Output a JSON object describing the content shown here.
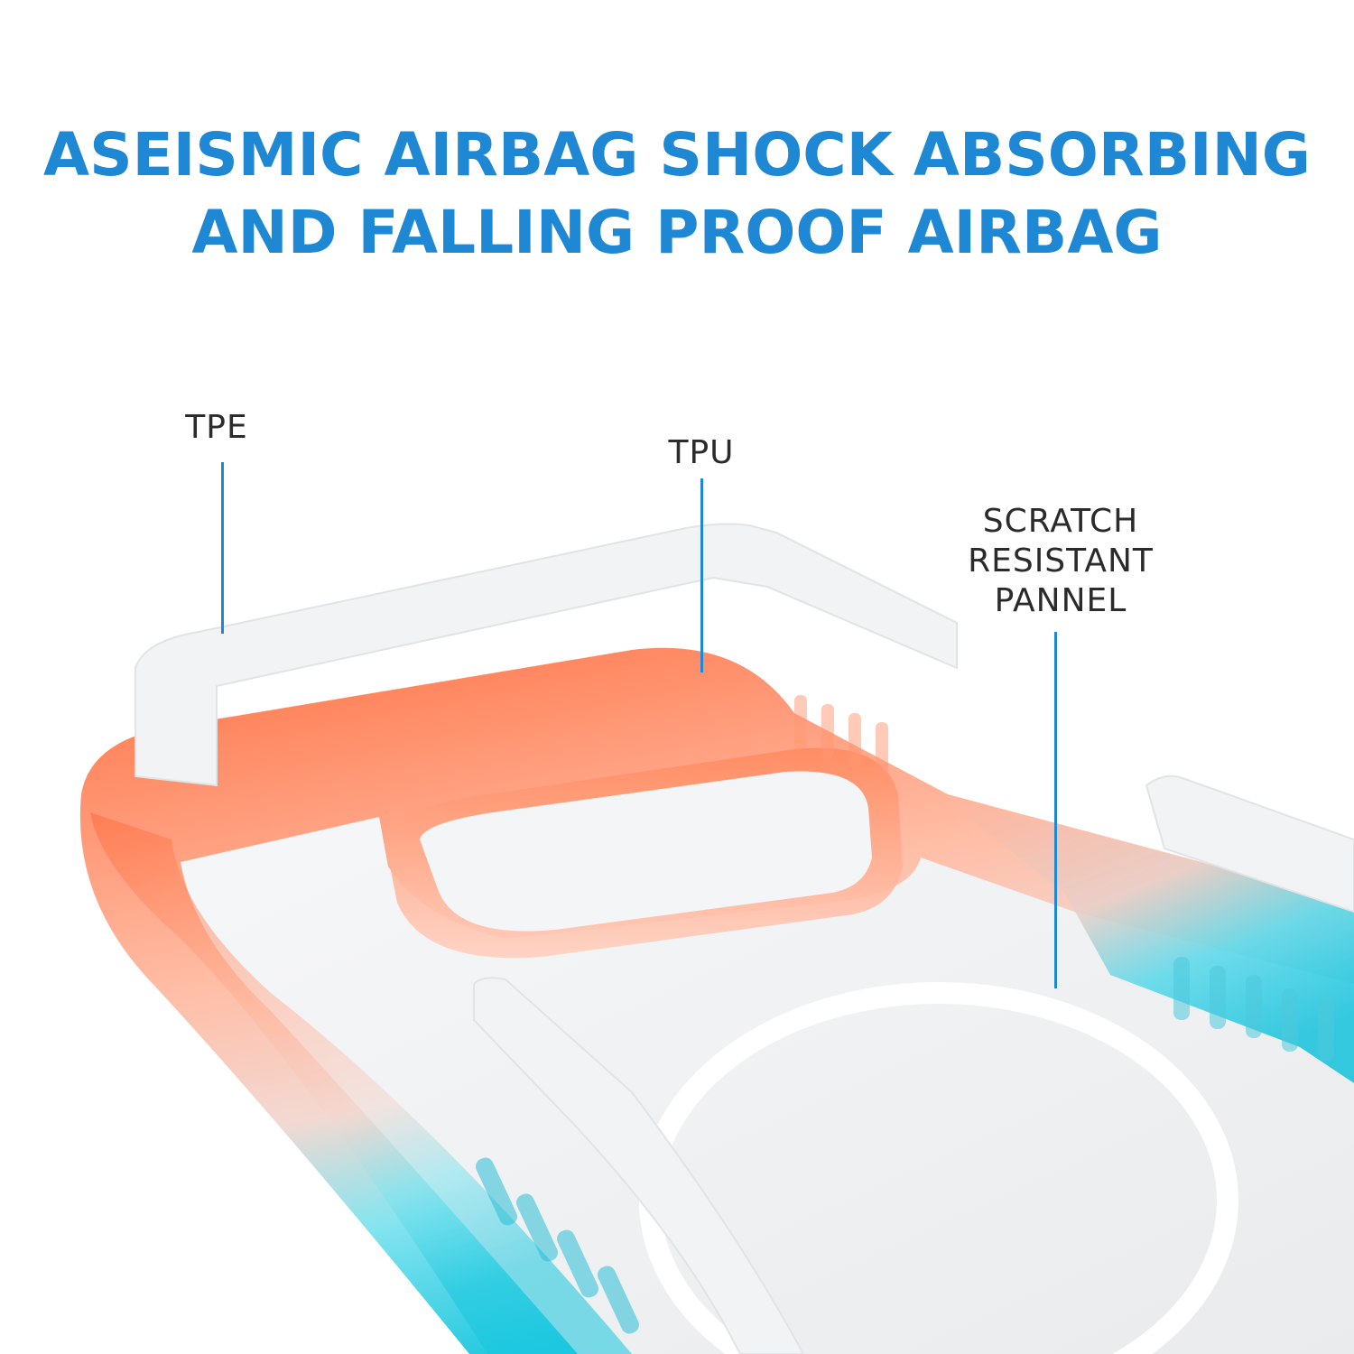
{
  "headline": {
    "line1": "ASEISMIC AIRBAG SHOCK ABSORBING",
    "line2": "AND FALLING PROOF AIRBAG"
  },
  "callouts": [
    {
      "key": "tpe",
      "label": "TPE"
    },
    {
      "key": "tpu",
      "label": "TPU"
    },
    {
      "key": "panel",
      "lines": [
        "SCRATCH",
        "RESISTANT",
        "PANNEL"
      ]
    }
  ],
  "colors": {
    "headline": "#1e88d4",
    "leader": "#1e88d4",
    "label": "#2b2b2b",
    "bumper_top": "#ff7a4a",
    "bumper_bottom": "#2ed3e6",
    "tpe_strip": "#f1f3f4",
    "panel": "#f3f4f5",
    "magsafe_ring": "#ffffff"
  },
  "icons": [
    "phone-case-illustration",
    "tpe-strip-icon",
    "magsafe-ring-icon"
  ]
}
